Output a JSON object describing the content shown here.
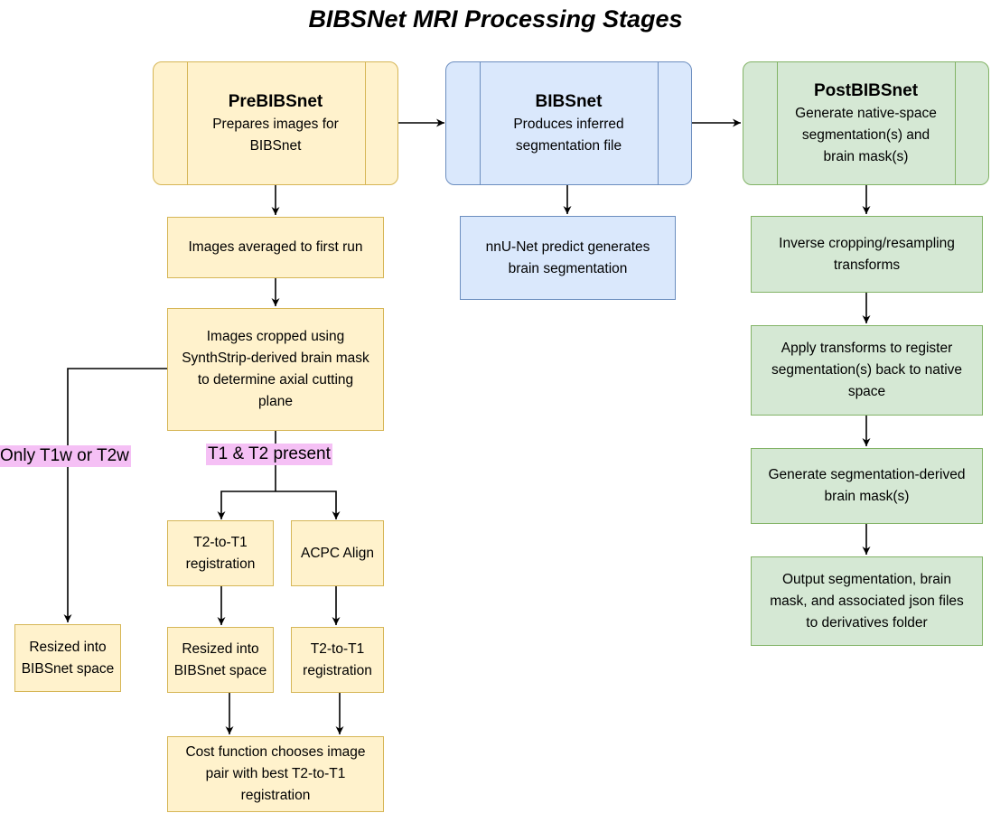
{
  "title": "BIBSNet MRI Processing Stages",
  "stages": {
    "pre": {
      "title": "PreBIBSnet",
      "subtitle": [
        "Prepares images for",
        "BIBSnet"
      ]
    },
    "bibsnet": {
      "title": "BIBSnet",
      "subtitle": [
        "Produces inferred",
        "segmentation file"
      ]
    },
    "post": {
      "title": "PostBIBSnet",
      "subtitle": [
        "Generate native-space",
        "segmentation(s) and",
        "brain mask(s)"
      ]
    }
  },
  "pre_steps": {
    "averaged": [
      "Images averaged to first run"
    ],
    "cropped": [
      "Images cropped using",
      "SynthStrip-derived brain mask",
      "to determine axial cutting",
      "plane"
    ],
    "t2_to_t1_reg": [
      "T2-to-T1",
      "registration"
    ],
    "acpc_align": [
      "ACPC Align"
    ],
    "resized_single": [
      "Resized into",
      "BIBSnet space"
    ],
    "resized_pair": [
      "Resized into",
      "BIBSnet space"
    ],
    "acpc_t2_to_t1_reg": [
      "T2-to-T1",
      "registration"
    ],
    "cost_function": [
      "Cost function chooses image",
      "pair with best T2-to-T1",
      "registration"
    ]
  },
  "bibsnet_steps": {
    "nnunet": [
      "nnU-Net predict generates",
      "brain segmentation"
    ]
  },
  "post_steps": {
    "inverse": [
      "Inverse cropping/resampling",
      "transforms"
    ],
    "apply": [
      "Apply transforms to register",
      "segmentation(s) back to native",
      "space"
    ],
    "mask": [
      "Generate segmentation-derived",
      "brain mask(s)"
    ],
    "output": [
      "Output segmentation, brain",
      "mask, and associated json files",
      "to derivatives folder"
    ]
  },
  "edge_labels": {
    "only_one": "Only T1w or T2w",
    "both": "T1 & T2 present"
  },
  "colors": {
    "pre_fill": "#fff2cc",
    "pre_stroke": "#d6b656",
    "bibsnet_fill": "#dae8fc",
    "bibsnet_stroke": "#6c8ebf",
    "post_fill": "#d5e8d4",
    "post_stroke": "#82b366",
    "edge_label_highlight": "#f5c0f5"
  }
}
